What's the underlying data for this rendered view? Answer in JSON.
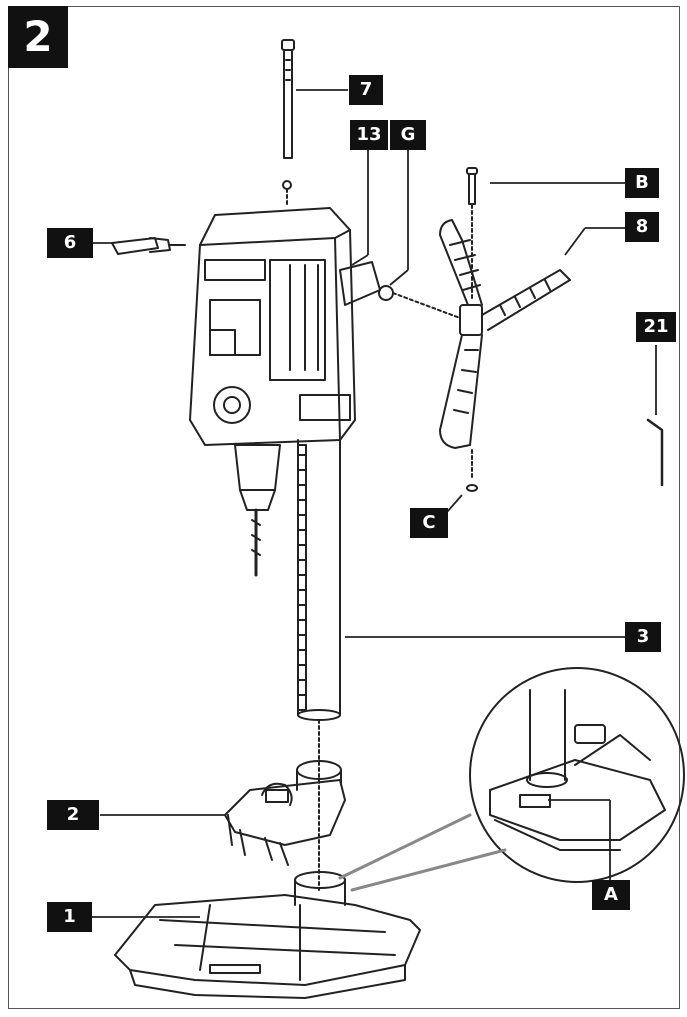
{
  "figure": {
    "number": "2"
  },
  "callouts": {
    "c7": "7",
    "c13": "13",
    "cG": "G",
    "cB": "B",
    "c8": "8",
    "c6": "6",
    "c21": "21",
    "cC": "C",
    "c3": "3",
    "c2": "2",
    "c1": "1",
    "cA": "A"
  },
  "colors": {
    "ink": "#111111",
    "line": "#333333",
    "paper": "#ffffff"
  }
}
